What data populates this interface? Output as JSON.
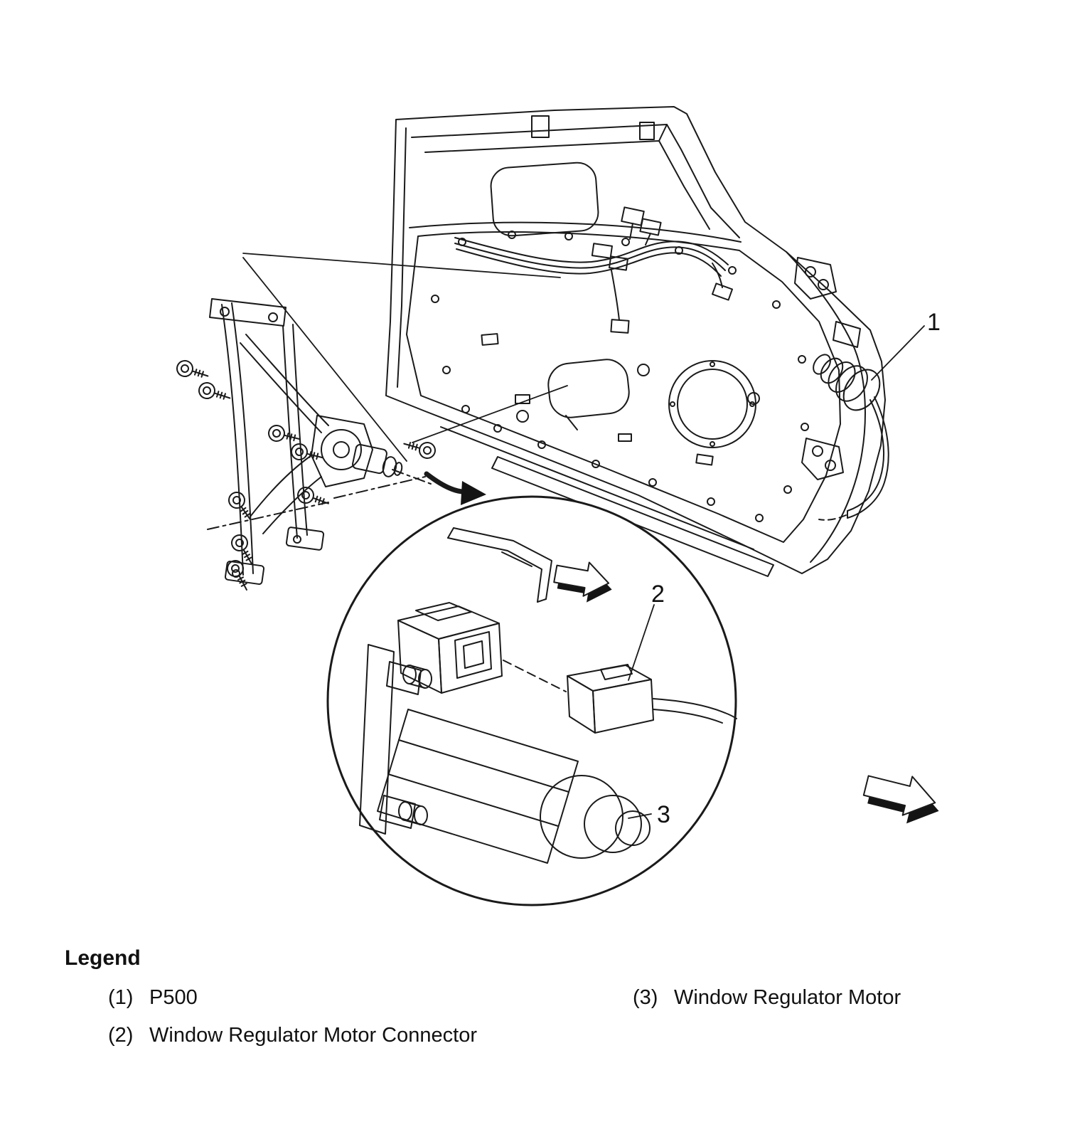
{
  "figure": {
    "callout_1": "1",
    "callout_2": "2",
    "callout_3": "3"
  },
  "legend": {
    "title": "Legend",
    "items": [
      {
        "num": "(1)",
        "label": "P500"
      },
      {
        "num": "(2)",
        "label": "Window Regulator Motor Connector"
      },
      {
        "num": "(3)",
        "label": "Window Regulator Motor"
      }
    ]
  },
  "colors": {
    "ink": "#1a1a1a",
    "background": "#ffffff"
  }
}
